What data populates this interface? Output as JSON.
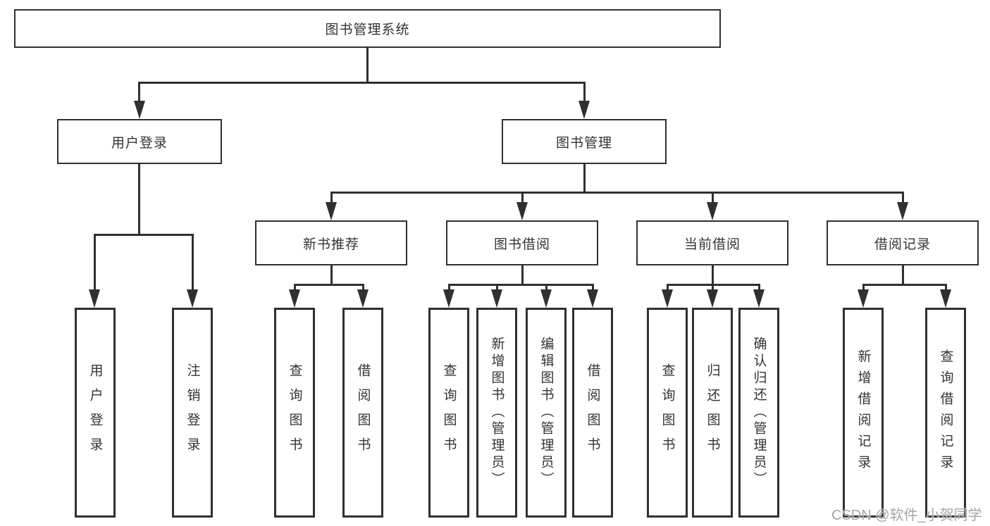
{
  "nodes": {
    "root": "图书管理系统",
    "user_login": "用户登录",
    "book_mgmt": "图书管理",
    "new_book_rec": "新书推荐",
    "book_borrow": "图书借阅",
    "current_borrow": "当前借阅",
    "borrow_records": "借阅记录"
  },
  "leaves": {
    "user_login": [
      "用户登录",
      "注销登录"
    ],
    "new_book_rec": [
      "查询图书",
      "借阅图书"
    ],
    "book_borrow": [
      "查询图书",
      "新增图书（管理员）",
      "编辑图书（管理员）",
      "借阅图书"
    ],
    "current_borrow": [
      "查询图书",
      "归还图书",
      "确认归还（管理员）"
    ],
    "borrow_records": [
      "新增借阅记录",
      "查询借阅记录"
    ]
  },
  "watermark": "CSDN @软件_小贺同学",
  "colors": {
    "line": "#303030",
    "text": "#333333",
    "watermark": "#a5a5a8",
    "background": "#ffffff"
  }
}
